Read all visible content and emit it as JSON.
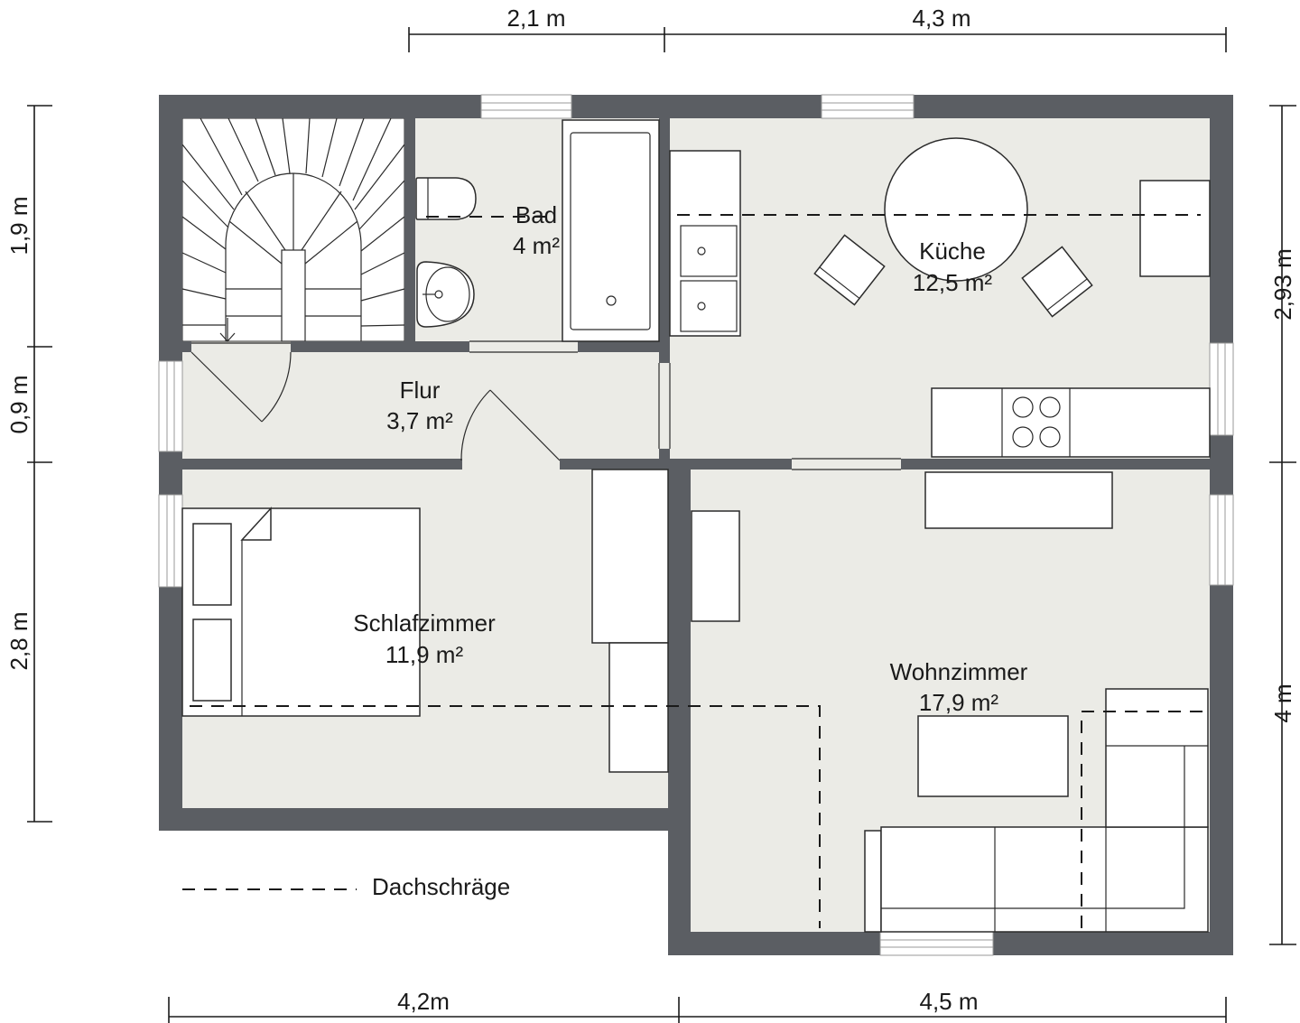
{
  "dimensions": {
    "top": [
      "2,1 m",
      "4,3 m"
    ],
    "left": [
      "1,9 m",
      "0,9 m",
      "2,8 m"
    ],
    "right": [
      "2,93 m",
      "4 m"
    ],
    "bottom": [
      "4,2m",
      "4,5 m"
    ]
  },
  "rooms": {
    "bad": {
      "name": "Bad",
      "area": "4 m²"
    },
    "kueche": {
      "name": "Küche",
      "area": "12,5 m²"
    },
    "flur": {
      "name": "Flur",
      "area": "3,7 m²"
    },
    "schlafzimmer": {
      "name": "Schlafzimmer",
      "area": "11,9 m²"
    },
    "wohnzimmer": {
      "name": "Wohnzimmer",
      "area": "17,9 m²"
    }
  },
  "legend": {
    "dachschraege": "Dachschräge"
  },
  "icons": [
    "stairs-icon",
    "toilet-icon",
    "sink-icon",
    "bathtub-icon",
    "stove-icon",
    "dining-table-icon",
    "chair-icon",
    "bed-icon",
    "sofa-icon",
    "wardrobe-icon",
    "window-icon",
    "door-icon"
  ],
  "colors": {
    "wall": "#5b5e63",
    "floor": "#ebebe6",
    "line": "#2b2b2b",
    "furniture": "#ffffff"
  }
}
